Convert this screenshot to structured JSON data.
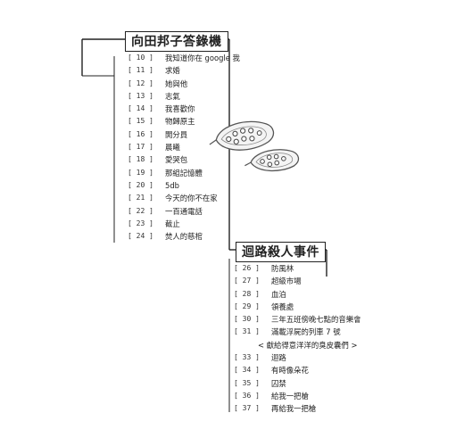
{
  "section1": {
    "title": "向田邦子答錄機",
    "entries": [
      {
        "num": "[ 10 ]",
        "title": "我知道你在 google 我"
      },
      {
        "num": "[ 11 ]",
        "title": "求婚"
      },
      {
        "num": "[ 12 ]",
        "title": "她與他"
      },
      {
        "num": "[ 13 ]",
        "title": "志氣"
      },
      {
        "num": "[ 14 ]",
        "title": "我喜歡你"
      },
      {
        "num": "[ 15 ]",
        "title": "物歸原主"
      },
      {
        "num": "[ 16 ]",
        "title": "開分員"
      },
      {
        "num": "[ 17 ]",
        "title": "晨曦"
      },
      {
        "num": "[ 18 ]",
        "title": "愛哭包"
      },
      {
        "num": "[ 19 ]",
        "title": "那組記憶體"
      },
      {
        "num": "[ 20 ]",
        "title": "5db"
      },
      {
        "num": "[ 21 ]",
        "title": "今天的你不在家"
      },
      {
        "num": "[ 22 ]",
        "title": "一百通電話"
      },
      {
        "num": "[ 23 ]",
        "title": "截止"
      },
      {
        "num": "[ 24 ]",
        "title": "焚人的慈棺"
      }
    ]
  },
  "section2": {
    "title": "迴路殺人事件",
    "entries": [
      {
        "num": "[ 26 ]",
        "title": "防風林"
      },
      {
        "num": "[ 27 ]",
        "title": "超級市場"
      },
      {
        "num": "[ 28 ]",
        "title": "血泊"
      },
      {
        "num": "[ 29 ]",
        "title": "領養處"
      },
      {
        "num": "[ 30 ]",
        "title": "三年五班傍晚七點的音樂會"
      },
      {
        "num": "[ 31 ]",
        "title": "滿載浮屍的列車 7 號",
        "subtitle": "< 獻給得意洋洋的臭皮囊們 >"
      },
      {
        "num": "[ 33 ]",
        "title": "迴路"
      },
      {
        "num": "[ 34 ]",
        "title": "有時像朵花"
      },
      {
        "num": "[ 35 ]",
        "title": "囚禁"
      },
      {
        "num": "[ 36 ]",
        "title": "給我一把槍"
      },
      {
        "num": "[ 37 ]",
        "title": "再給我一把槍"
      }
    ]
  },
  "colors": {
    "ink": "#222222",
    "background": "#ffffff"
  }
}
